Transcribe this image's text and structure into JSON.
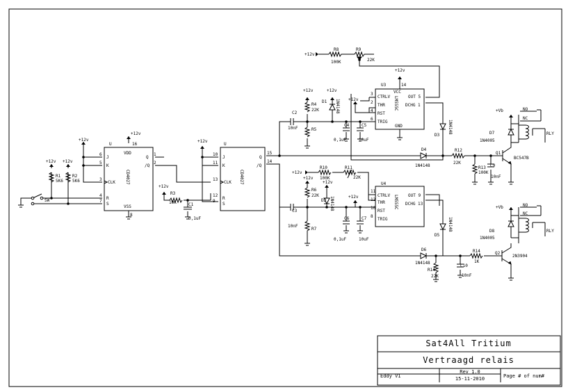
{
  "title_block": {
    "project": "Sat4All Tritium",
    "title": "Vertraagd relais",
    "author": "Eddy V1",
    "revision": "Rev 1.0",
    "date": "15-11-2010",
    "page": "Page # of num#"
  },
  "components": {
    "u1": {
      "chip": "CD4027",
      "vdd_pin": "16",
      "vss_pin": "8",
      "vdd": "VDD",
      "vss": "VSS",
      "pins": [
        "6",
        "J",
        "5",
        "K",
        "3",
        "CLK",
        "4",
        "R",
        "7",
        "S",
        "1",
        "Q",
        "2",
        "/Q"
      ],
      "u": "U"
    },
    "u2": {
      "chip": "CD4027",
      "pins": [
        "10",
        "J",
        "11",
        "K",
        "13",
        "CLK",
        "12",
        "R",
        "9",
        "S",
        "15",
        "Q",
        "14",
        "/Q"
      ],
      "u": "U"
    },
    "u3": {
      "name": "U3",
      "chip": "LM555C",
      "vcc_pin": "14",
      "vcc": "VCC",
      "gnd": "GND",
      "pins": [
        "3",
        "CTRLV",
        "2",
        "THR",
        "4",
        "RST",
        "6",
        "TRIG",
        "OUT 5",
        "DCHG 1"
      ]
    },
    "u4": {
      "name": "U4",
      "chip": "LM555C",
      "pins": [
        "11",
        "CTRLV",
        "12",
        "THR",
        "10",
        "RST",
        "8",
        "TRIG",
        "OUT 9",
        "DCHG 13"
      ]
    },
    "resistors": [
      {
        "name": "R1",
        "value": "5K6"
      },
      {
        "name": "R2",
        "value": "5K6"
      },
      {
        "name": "R3",
        "value": "10K"
      },
      {
        "name": "R4",
        "value": "22K"
      },
      {
        "name": "R5",
        "value": ""
      },
      {
        "name": "R6",
        "value": "22K"
      },
      {
        "name": "R7",
        "value": ""
      },
      {
        "name": "R8",
        "value": "100K"
      },
      {
        "name": "R9",
        "value": "22K"
      },
      {
        "name": "R10",
        "value": "100K"
      },
      {
        "name": "R11",
        "value": "22K"
      },
      {
        "name": "R12",
        "value": "22K"
      },
      {
        "name": "R13",
        "value": "100K"
      },
      {
        "name": "R14",
        "value": "1K"
      },
      {
        "name": "R14b",
        "label": "R14",
        "value": "22K"
      }
    ],
    "capacitors": [
      {
        "name": "C1",
        "value": "0,1uF"
      },
      {
        "name": "C2",
        "value": "10nF"
      },
      {
        "name": "C3",
        "value": "10nF"
      },
      {
        "name": "C4",
        "value": "0,1uF"
      },
      {
        "name": "C5",
        "value": "10uF"
      },
      {
        "name": "C6",
        "value": "0,1uF"
      },
      {
        "name": "C7",
        "value": "10uF"
      },
      {
        "name": "C9",
        "value": "10nF"
      },
      {
        "name": "C10",
        "value": "10nF"
      }
    ],
    "diodes": [
      {
        "name": "D1",
        "value": "1N4148"
      },
      {
        "name": "D2",
        "value": "1N4148"
      },
      {
        "name": "D3",
        "value": "1N4148"
      },
      {
        "name": "D4",
        "value": "1N4148"
      },
      {
        "name": "D5",
        "value": "1N4148"
      },
      {
        "name": "D6",
        "value": "1N4148"
      },
      {
        "name": "D7",
        "value": "1N4005"
      },
      {
        "name": "D8",
        "value": "1N4005"
      }
    ],
    "transistors": [
      {
        "name": "Q1",
        "value": "BC547B"
      },
      {
        "name": "Q2",
        "value": "2N3904"
      }
    ],
    "switch": {
      "name": "SW"
    },
    "relays": [
      {
        "name": "RLY",
        "no": "NO",
        "nc": "NC"
      },
      {
        "name": "RLY",
        "no": "NO",
        "nc": "NC"
      }
    ],
    "supply": {
      "v12": "+12v",
      "vb": "+Vb"
    }
  }
}
